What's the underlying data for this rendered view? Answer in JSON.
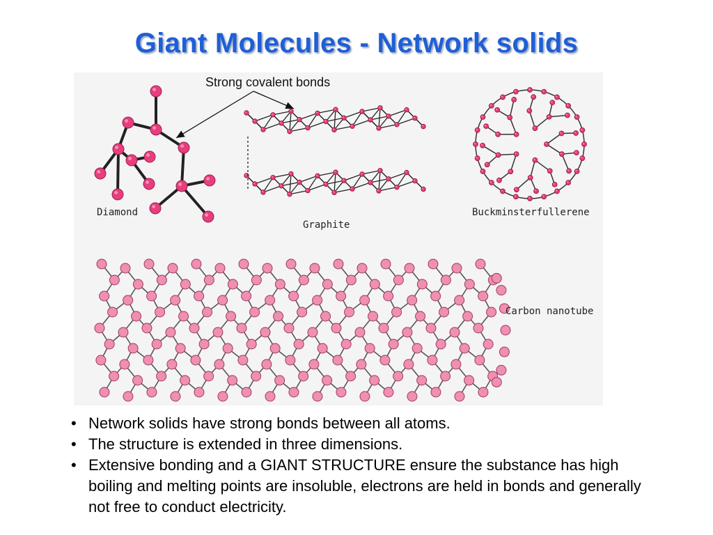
{
  "slide": {
    "title": "Giant Molecules - Network solids"
  },
  "figure": {
    "bond_caption": "Strong covalent bonds",
    "labels": {
      "diamond": "Diamond",
      "graphite": "Graphite",
      "fullerene": "Buckminsterfullerene",
      "nanotube": "Carbon nanotube"
    }
  },
  "bullets": [
    "Network solids have strong bonds between all atoms.",
    "The structure is extended in three dimensions.",
    "Extensive bonding and a GIANT STRUCTURE ensure the substance has high boiling and melting points are insoluble, electrons are held in bonds and generally not free to conduct electricity."
  ],
  "colors": {
    "title": "#1f5fd6",
    "atom": "#e83e7e",
    "nanotube_atom": "#ef8fb2",
    "bond": "#222222"
  }
}
